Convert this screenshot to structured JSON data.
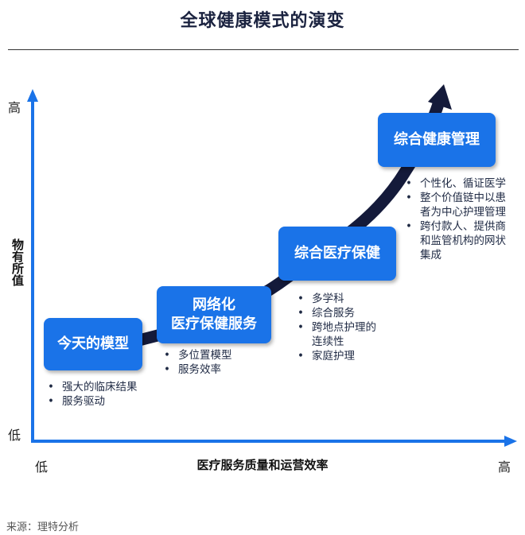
{
  "title": "全球健康模式的演变",
  "y_axis": {
    "label": "物有所值",
    "low": "低",
    "high": "高"
  },
  "x_axis": {
    "label": "医疗服务质量和运营效率",
    "low": "低",
    "high": "高"
  },
  "stages": [
    {
      "id": "today",
      "lines": [
        "今天的模型"
      ],
      "bullets": [
        [
          "强大的临床结果"
        ],
        [
          "服务驱动"
        ]
      ]
    },
    {
      "id": "network",
      "lines": [
        "网络化",
        "医疗保健服务"
      ],
      "bullets": [
        [
          "多位置模型"
        ],
        [
          "服务效率"
        ]
      ]
    },
    {
      "id": "integrated",
      "lines": [
        "综合医疗保健"
      ],
      "bullets": [
        [
          "多学科"
        ],
        [
          "综合服务"
        ],
        [
          "跨地点护理的",
          "连续性"
        ],
        [
          "家庭护理"
        ]
      ]
    },
    {
      "id": "health-mgmt",
      "lines": [
        "综合健康管理"
      ],
      "bullets": [
        [
          "个性化、循证医学"
        ],
        [
          "整个价值链中以患",
          "者为中心护理管理"
        ],
        [
          "跨付款人、提供商",
          "和监管机构的网状",
          "集成"
        ]
      ]
    }
  ],
  "colors": {
    "stage_box": "#1a73e8",
    "axis": "#1a73e8",
    "curve": "#141a3a"
  },
  "source": "来源：理特分析"
}
